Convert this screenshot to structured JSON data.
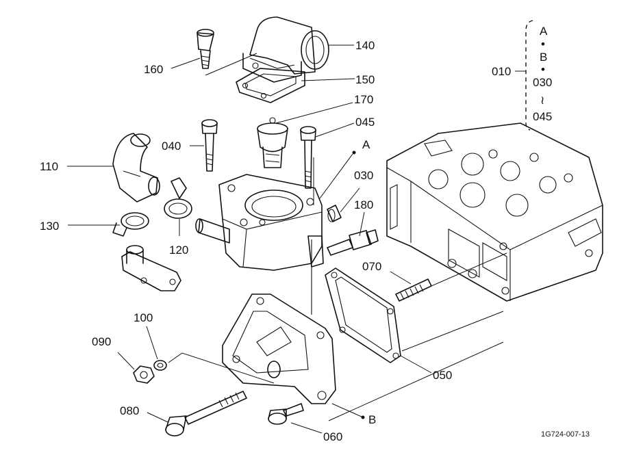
{
  "labels": {
    "p160": "160",
    "p140": "140",
    "p150": "150",
    "p170": "170",
    "p045": "045",
    "p040": "040",
    "pA": "A",
    "p110": "110",
    "p030": "030",
    "p180": "180",
    "p130": "130",
    "p120": "120",
    "p070": "070",
    "p100": "100",
    "p090": "090",
    "p050": "050",
    "p080": "080",
    "p060": "060",
    "pB": "B"
  },
  "legend": {
    "group": "010",
    "line1": "A",
    "dot": "•",
    "line2": "B",
    "line3": "030",
    "tilde": "≀",
    "line4": "045"
  },
  "figure_code": "1G724-007-13"
}
